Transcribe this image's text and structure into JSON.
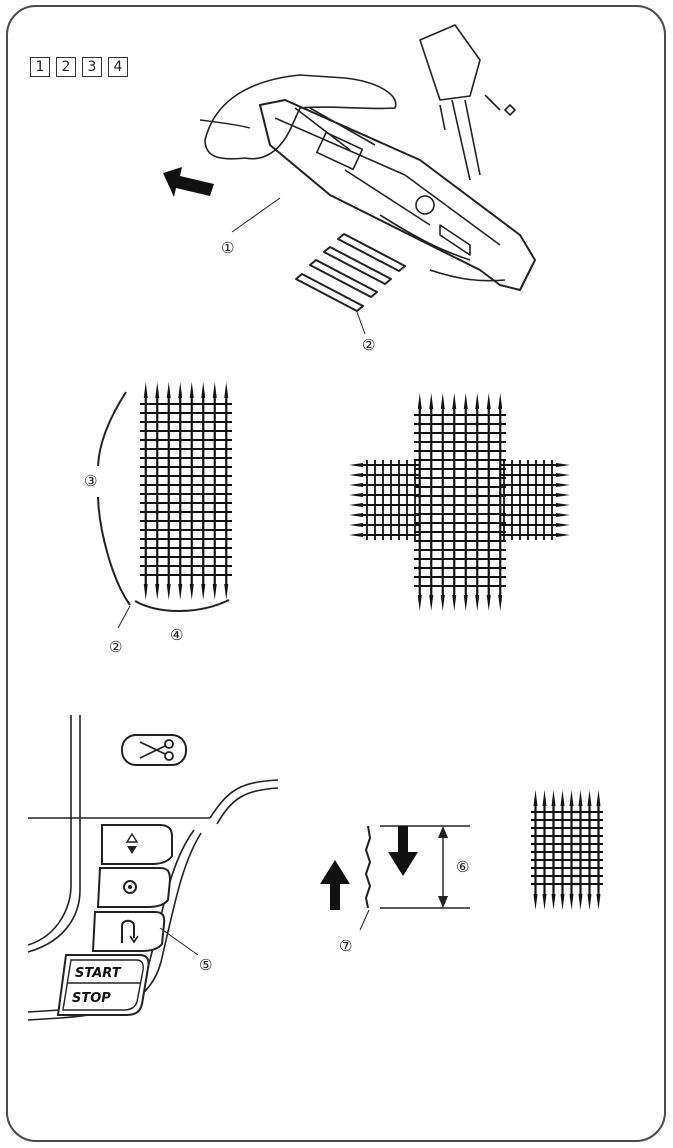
{
  "step_numbers": [
    "1",
    "2",
    "3",
    "4"
  ],
  "callouts": {
    "c1": "①",
    "c2a": "②",
    "c3": "③",
    "c2b": "②",
    "c4": "④",
    "c5": "⑤",
    "c6": "⑥",
    "c7": "⑦"
  },
  "buttons": {
    "start": "START",
    "stop": "STOP"
  },
  "icons": [
    "scissors-icon",
    "needle-up-down-icon",
    "lock-stitch-icon",
    "reverse-stitch-icon",
    "arrow-left-icon",
    "arrow-down-icon",
    "arrow-up-icon"
  ],
  "colors": {
    "line": "#222222",
    "frame": "#4a4a4a"
  }
}
